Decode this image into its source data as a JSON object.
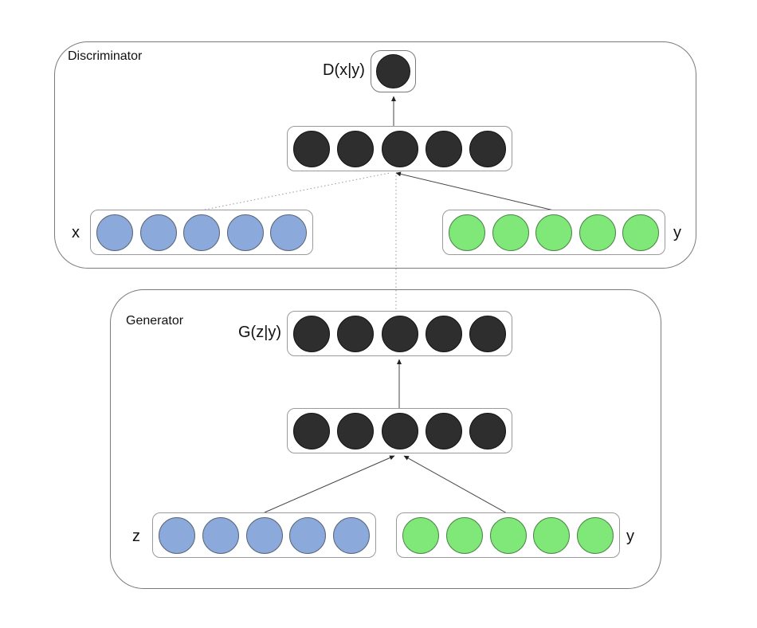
{
  "colors": {
    "hidden": {
      "fill": "#2e2e2e",
      "border": "#141414"
    },
    "x": {
      "fill": "#8ca9dc",
      "border": "#5a6678"
    },
    "y": {
      "fill": "#80e878",
      "border": "#4c864a"
    },
    "z": {
      "fill": "#8ca9dc",
      "border": "#5a6678"
    }
  },
  "discriminator": {
    "title": "Discriminator",
    "output_label": "D(x|y)",
    "input_left_label": "x",
    "input_right_label": "y",
    "layers": {
      "output": {
        "count": 1,
        "color": "hidden"
      },
      "hidden": {
        "count": 5,
        "color": "hidden"
      },
      "input_x": {
        "count": 5,
        "color": "x"
      },
      "input_y": {
        "count": 5,
        "color": "y"
      }
    }
  },
  "generator": {
    "title": "Generator",
    "output_label": "G(z|y)",
    "input_left_label": "z",
    "input_right_label": "y",
    "layers": {
      "output": {
        "count": 5,
        "color": "hidden"
      },
      "hidden": {
        "count": 5,
        "color": "hidden"
      },
      "input_z": {
        "count": 5,
        "color": "z"
      },
      "input_y": {
        "count": 5,
        "color": "y"
      }
    }
  }
}
